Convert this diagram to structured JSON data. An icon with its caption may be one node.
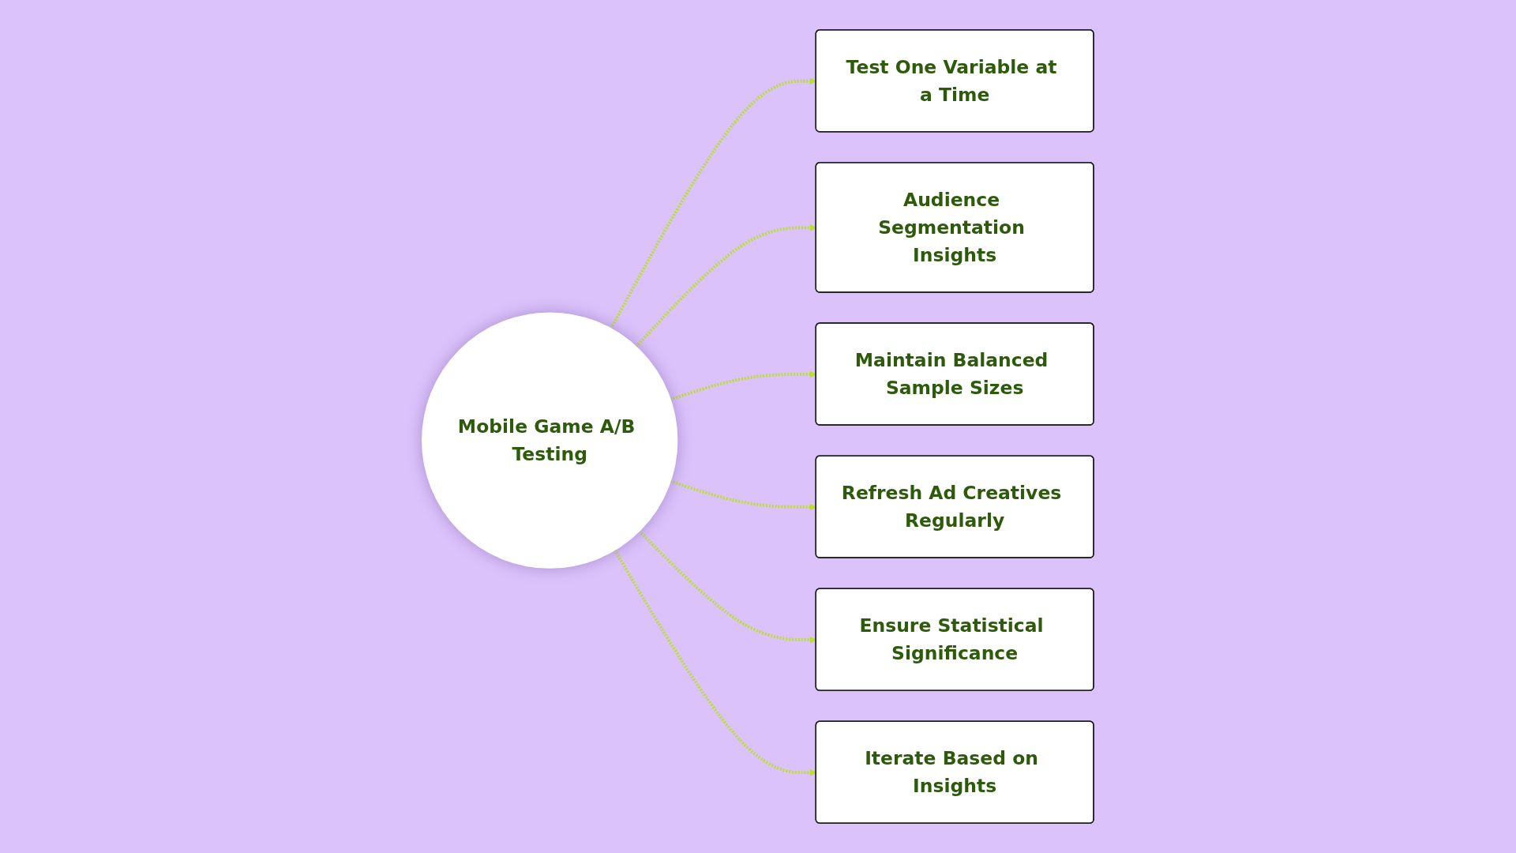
{
  "diagram": {
    "nodes": [
      {
        "text": [
          "Mobile Game A/B Testing"
        ]
      },
      {
        "text": [
          "Test One Variable at a Time"
        ]
      },
      {
        "text": [
          "Audience Segmentation Insights"
        ]
      },
      {
        "text": [
          "Maintain Balanced Sample Sizes"
        ]
      },
      {
        "text": [
          "Refresh Ad Creatives Regularly"
        ]
      },
      {
        "text": [
          "Ensure Statistical Significance"
        ]
      },
      {
        "text": [
          "Iterate Based on Insights"
        ]
      }
    ],
    "edges": [
      {
        "from": 0,
        "to": 1,
        "arrow": "to",
        "style": "dashed"
      },
      {
        "from": 0,
        "to": 2,
        "arrow": "to",
        "style": "dashed"
      },
      {
        "from": 0,
        "to": 3,
        "arrow": "to",
        "style": "dashed"
      },
      {
        "from": 0,
        "to": 4,
        "arrow": "to",
        "style": "dashed"
      },
      {
        "from": 0,
        "to": 5,
        "arrow": "to",
        "style": "dashed"
      },
      {
        "from": 0,
        "to": 6,
        "arrow": "to",
        "style": "dashed"
      }
    ]
  }
}
